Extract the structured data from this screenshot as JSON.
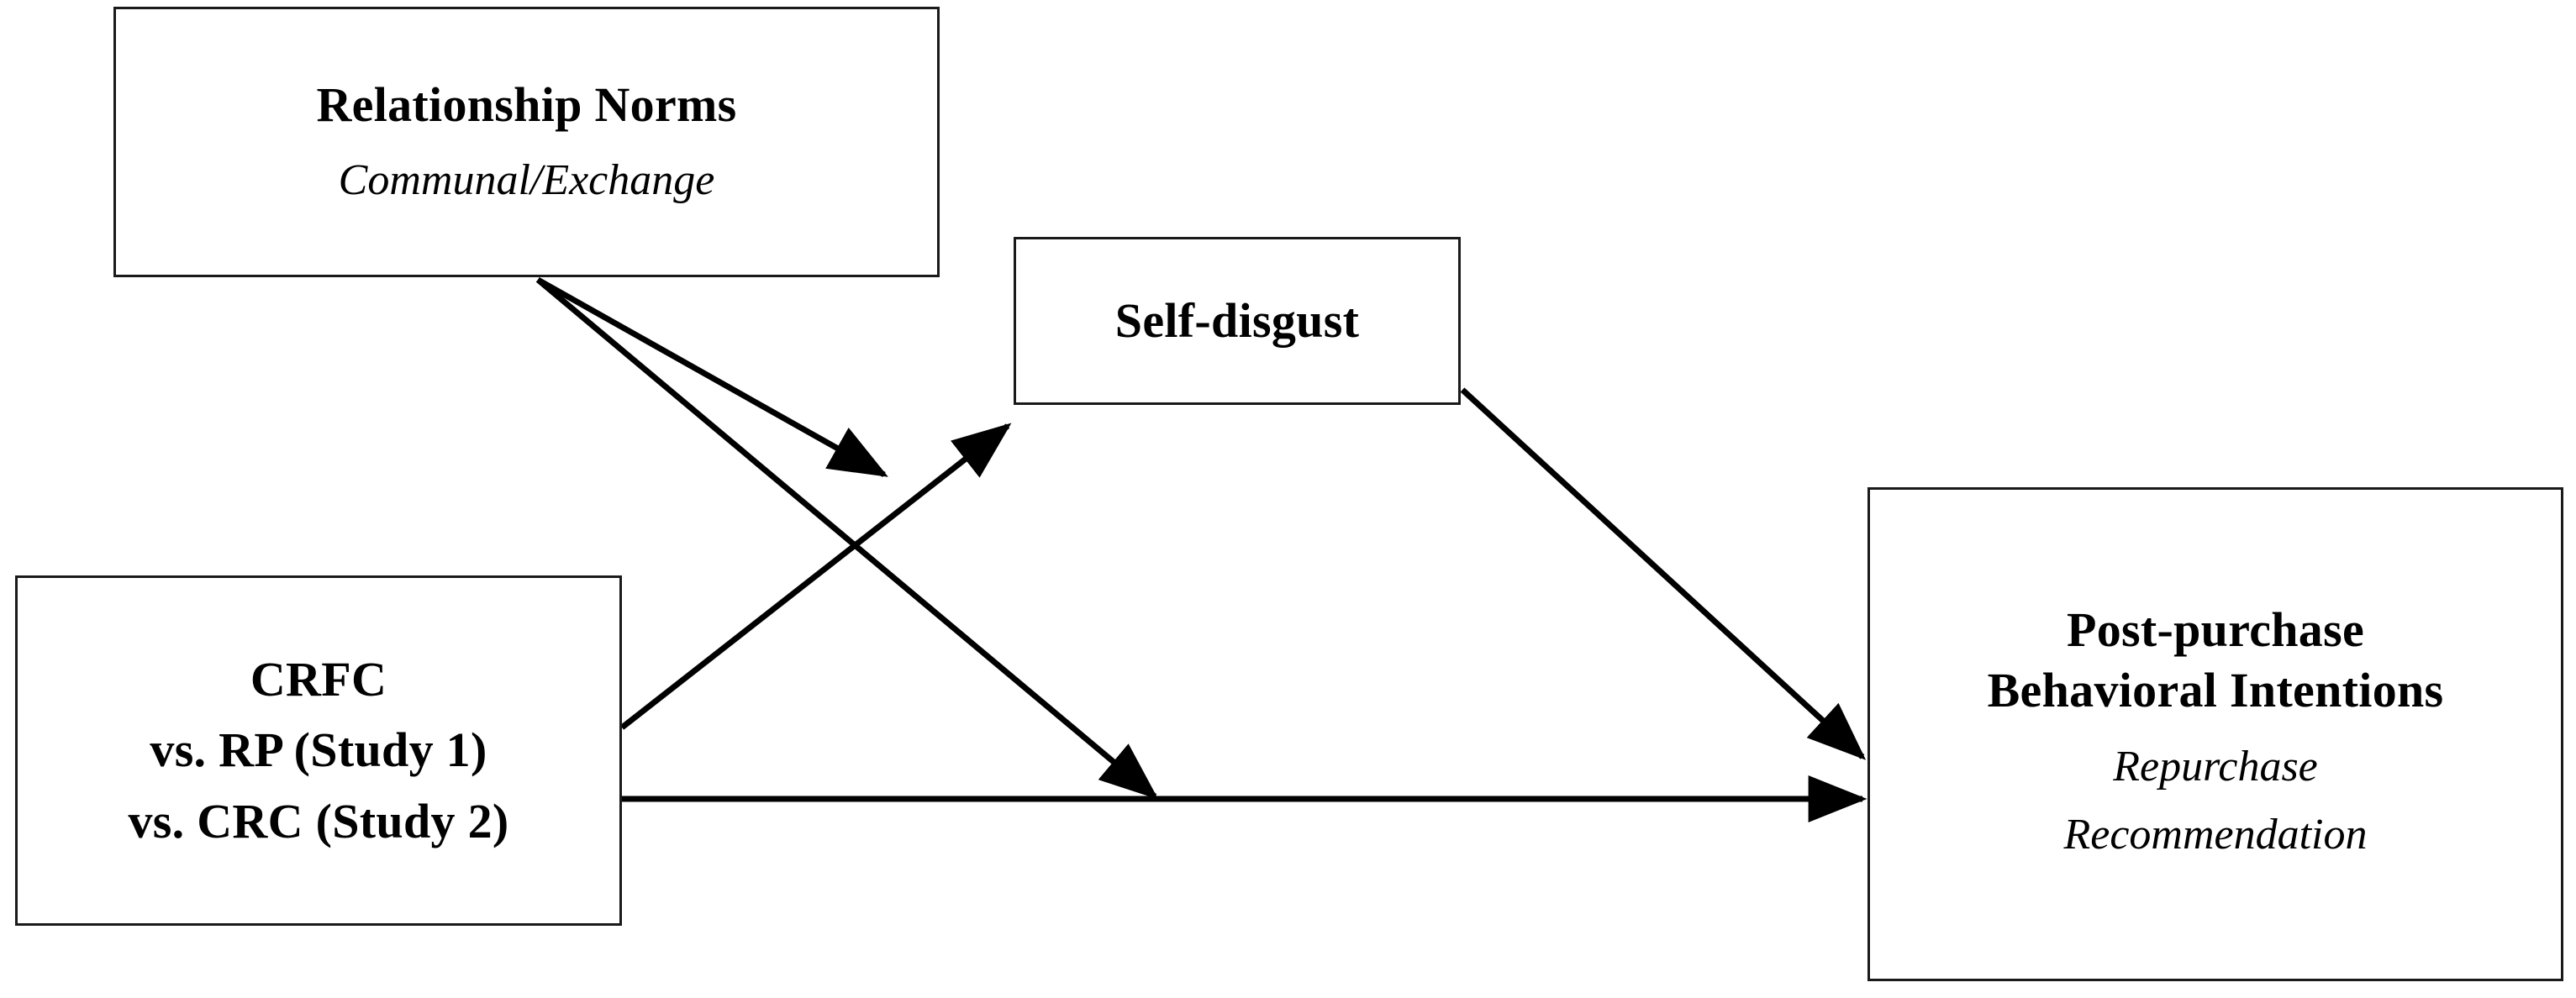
{
  "figure": {
    "caption": "",
    "background_color": "#ffffff",
    "line_color": "#1a1a1a",
    "box_border_color": "#1a1a1a"
  },
  "nodes": {
    "relationship_norms": {
      "title": "Relationship Norms",
      "subtitle": "Communal/Exchange"
    },
    "self_disgust": {
      "title": "Self-disgust"
    },
    "crfc": {
      "title_line1": "CRFC",
      "title_line2": "vs. RP (Study 1)",
      "title_line3": "vs. CRC (Study 2)"
    },
    "outcome": {
      "title_line1": "Post-purchase",
      "title_line2": "Behavioral Intentions",
      "subtitle_line1": "Repurchase",
      "subtitle_line2": "Recommendation"
    }
  },
  "edges": [
    {
      "name": "crfc-to-self-disgust",
      "label": "",
      "from": "crfc",
      "to": "self_disgust",
      "kind": "direct-effect"
    },
    {
      "name": "crfc-to-outcome",
      "label": "",
      "from": "crfc",
      "to": "outcome",
      "kind": "direct-effect"
    },
    {
      "name": "self-disgust-to-outcome",
      "label": "",
      "from": "self_disgust",
      "to": "outcome",
      "kind": "direct-effect"
    },
    {
      "name": "norms-moderates-crfc-to-self-disgust",
      "label": "",
      "from": "relationship_norms",
      "to": "crfc-to-self-disgust",
      "kind": "moderation"
    },
    {
      "name": "norms-moderates-crfc-to-outcome",
      "label": "",
      "from": "relationship_norms",
      "to": "crfc-to-outcome",
      "kind": "moderation"
    }
  ]
}
